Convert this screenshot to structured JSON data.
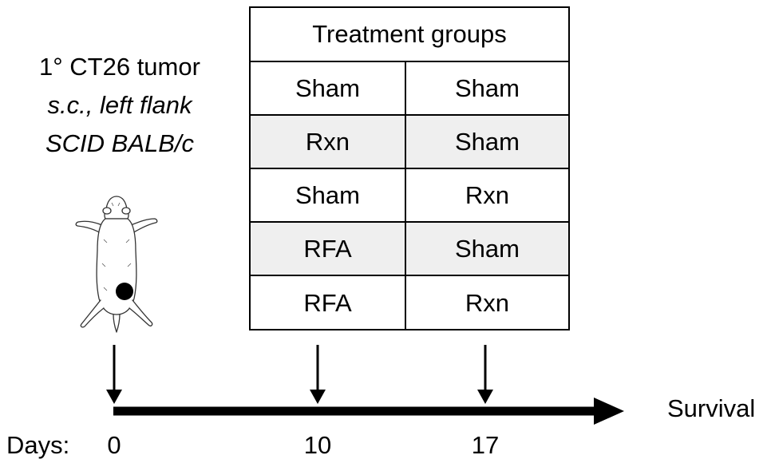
{
  "tumor": {
    "line1": "1° CT26 tumor",
    "line2": "s.c., left flank",
    "line3": "SCID BALB/c"
  },
  "table": {
    "header": "Treatment groups",
    "rows": [
      {
        "first": "Sham",
        "second": "Sham"
      },
      {
        "first": "Rxn",
        "second": "Sham"
      },
      {
        "first": "Sham",
        "second": "Rxn"
      },
      {
        "first": "RFA",
        "second": "Sham"
      },
      {
        "first": "RFA",
        "second": "Rxn"
      }
    ]
  },
  "timeline": {
    "endpoint_label": "Survival",
    "axis_label": "Days:",
    "days": [
      "0",
      "10",
      "17"
    ]
  },
  "colors": {
    "line": "#000000",
    "row_shade": "#efefef",
    "tumor_dot": "#000000"
  }
}
